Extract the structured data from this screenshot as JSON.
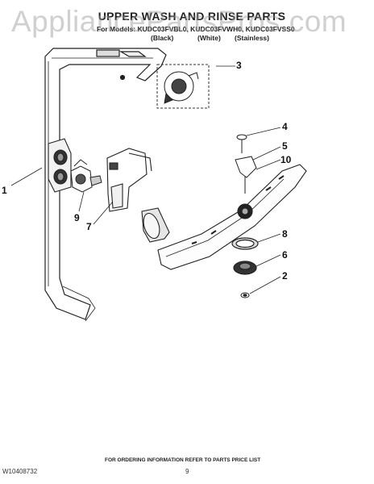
{
  "header": {
    "title": "UPPER WASH AND RINSE PARTS",
    "models_line": "For Models: KUDC03FVBL0, KUDC03FVWH0, KUDC03FVSS0",
    "finish_labels": [
      "(Black)",
      "(White)",
      "(Stainless)"
    ]
  },
  "watermark": "AppliancePartsPros.com",
  "callouts": [
    "1",
    "3",
    "4",
    "5",
    "10",
    "9",
    "7",
    "8",
    "6",
    "2"
  ],
  "footer": {
    "note": "FOR ORDERING INFORMATION REFER TO PARTS PRICE LIST",
    "doc_number": "W10408732",
    "page_number": "9"
  }
}
